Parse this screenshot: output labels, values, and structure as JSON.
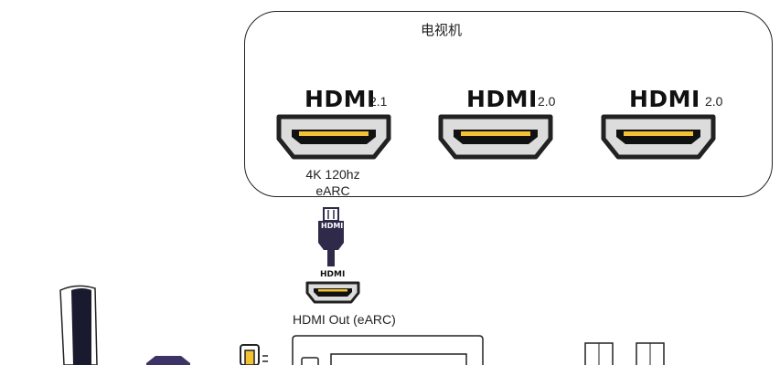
{
  "tv": {
    "title": "电视机",
    "ports": [
      {
        "brand": "HDMI",
        "version": "2.1",
        "note_line1": "4K 120hz",
        "note_line2": "eARC"
      },
      {
        "brand": "HDMI",
        "version": "2.0"
      },
      {
        "brand": "HDMI",
        "version": "2.0"
      }
    ]
  },
  "cable": {
    "plug_label": "HDMI"
  },
  "receiver": {
    "port_brand": "HDMI",
    "port_label": "HDMI Out (eARC)"
  },
  "colors": {
    "port_fill": "#dcdcdc",
    "port_outline": "#222222",
    "pins": "#f2c230",
    "cable_navy": "#2f2a4a",
    "cable_purple": "#3d3366"
  }
}
